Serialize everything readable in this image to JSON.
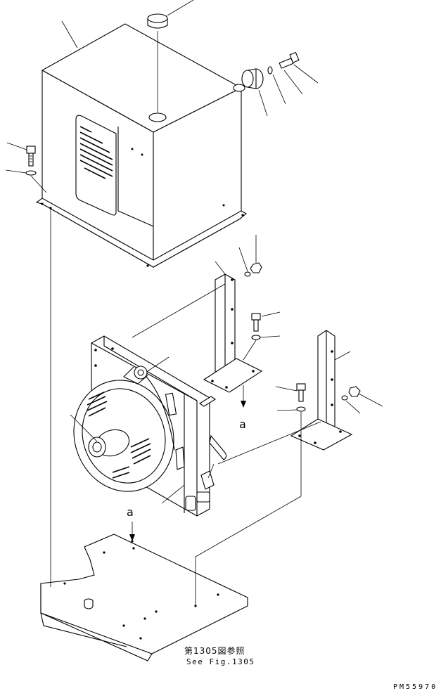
{
  "diagram": {
    "title": "",
    "annotations": {
      "view_a_center": "a",
      "view_a_left": "a"
    },
    "reference": {
      "japanese": "第1305図参照",
      "english": "See Fig.1305"
    },
    "part_code": "PM55970"
  }
}
